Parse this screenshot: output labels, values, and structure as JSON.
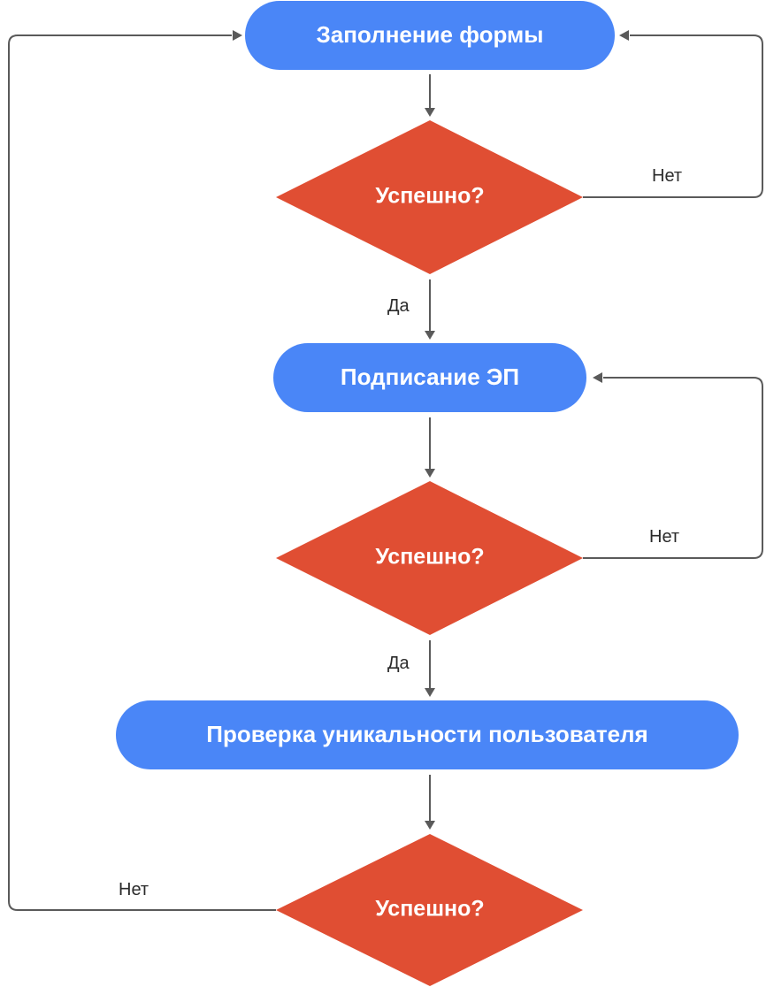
{
  "nodes": {
    "fill_form": "Заполнение формы",
    "check1": "Успешно?",
    "sign_ep": "Подписание ЭП",
    "check2": "Успешно?",
    "check_user": "Проверка уникальности пользователя",
    "check3": "Успешно?"
  },
  "edges": {
    "no1": "Нет",
    "yes1": "Да",
    "no2": "Нет",
    "yes2": "Да",
    "no3": "Нет"
  },
  "colors": {
    "process": "#4a86f7",
    "decision": "#e04e33",
    "connector": "#5a5a5a"
  }
}
